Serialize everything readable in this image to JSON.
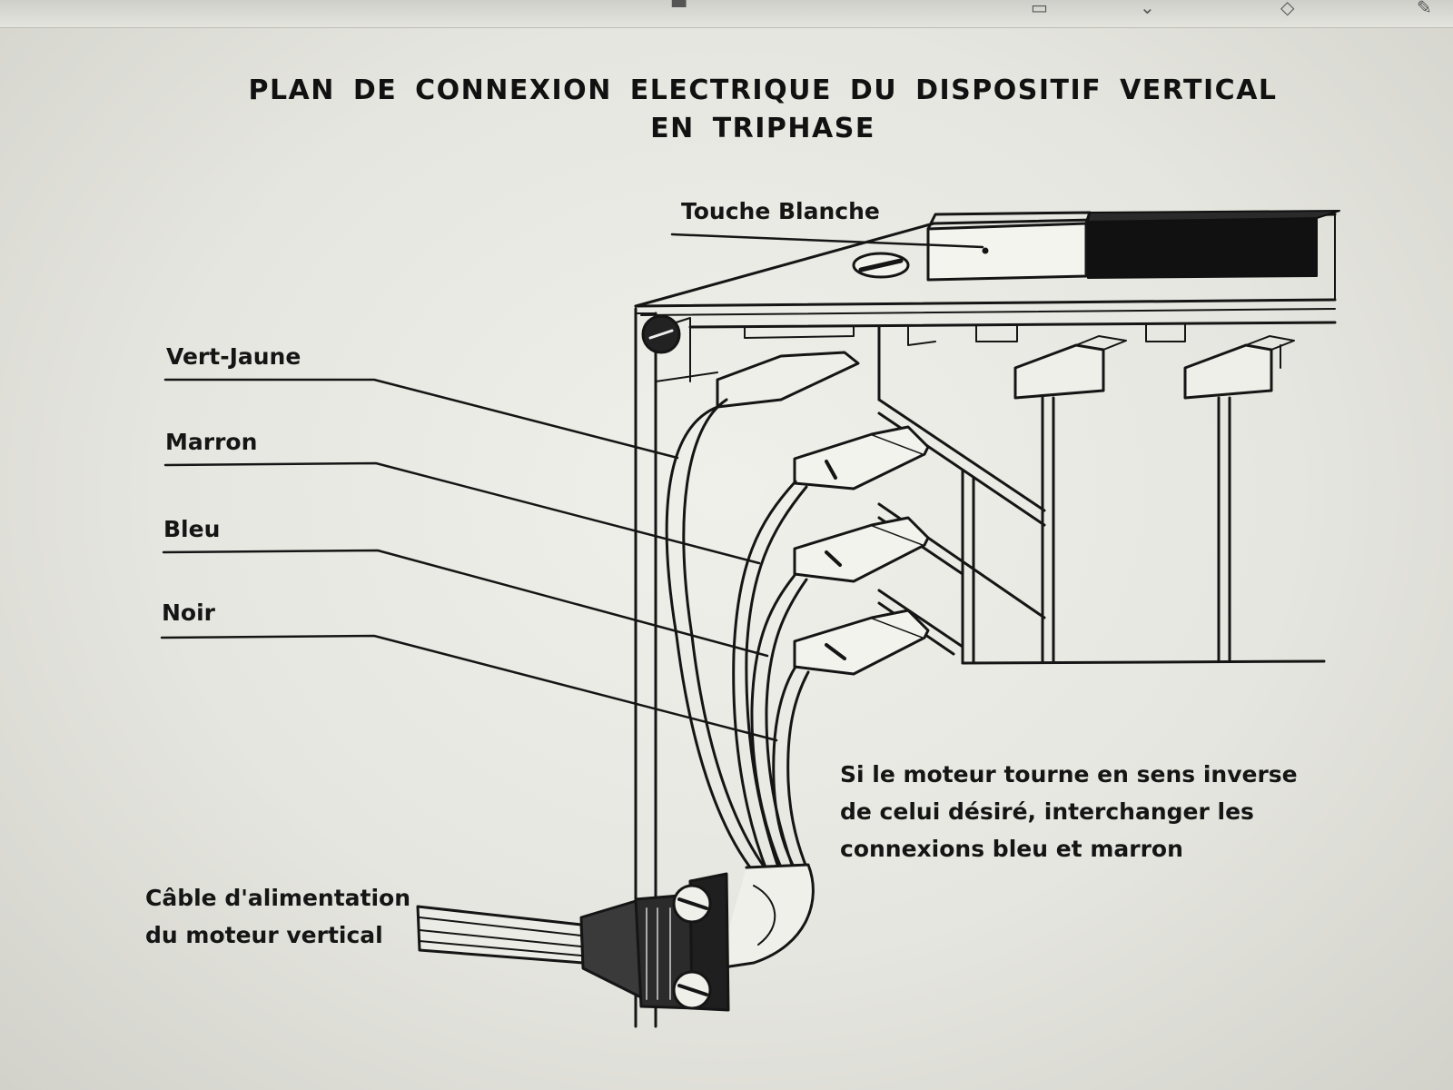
{
  "title": {
    "line1": "PLAN DE CONNEXION ELECTRIQUE DU DISPOSITIF VERTICAL",
    "line2": "EN TRIPHASE"
  },
  "labels": {
    "touche_blanche": "Touche Blanche",
    "vert_jaune": "Vert-Jaune",
    "marron": "Marron",
    "bleu": "Bleu",
    "noir": "Noir",
    "cable_line1": "Câble d'alimentation",
    "cable_line2": "du moteur vertical"
  },
  "note": {
    "line1": "Si le moteur tourne en sens inverse",
    "line2": "de celui désiré, interchanger les",
    "line3": "connexions bleu et marron"
  },
  "colors": {
    "ink": "#151515",
    "paper": "#ecece6"
  }
}
